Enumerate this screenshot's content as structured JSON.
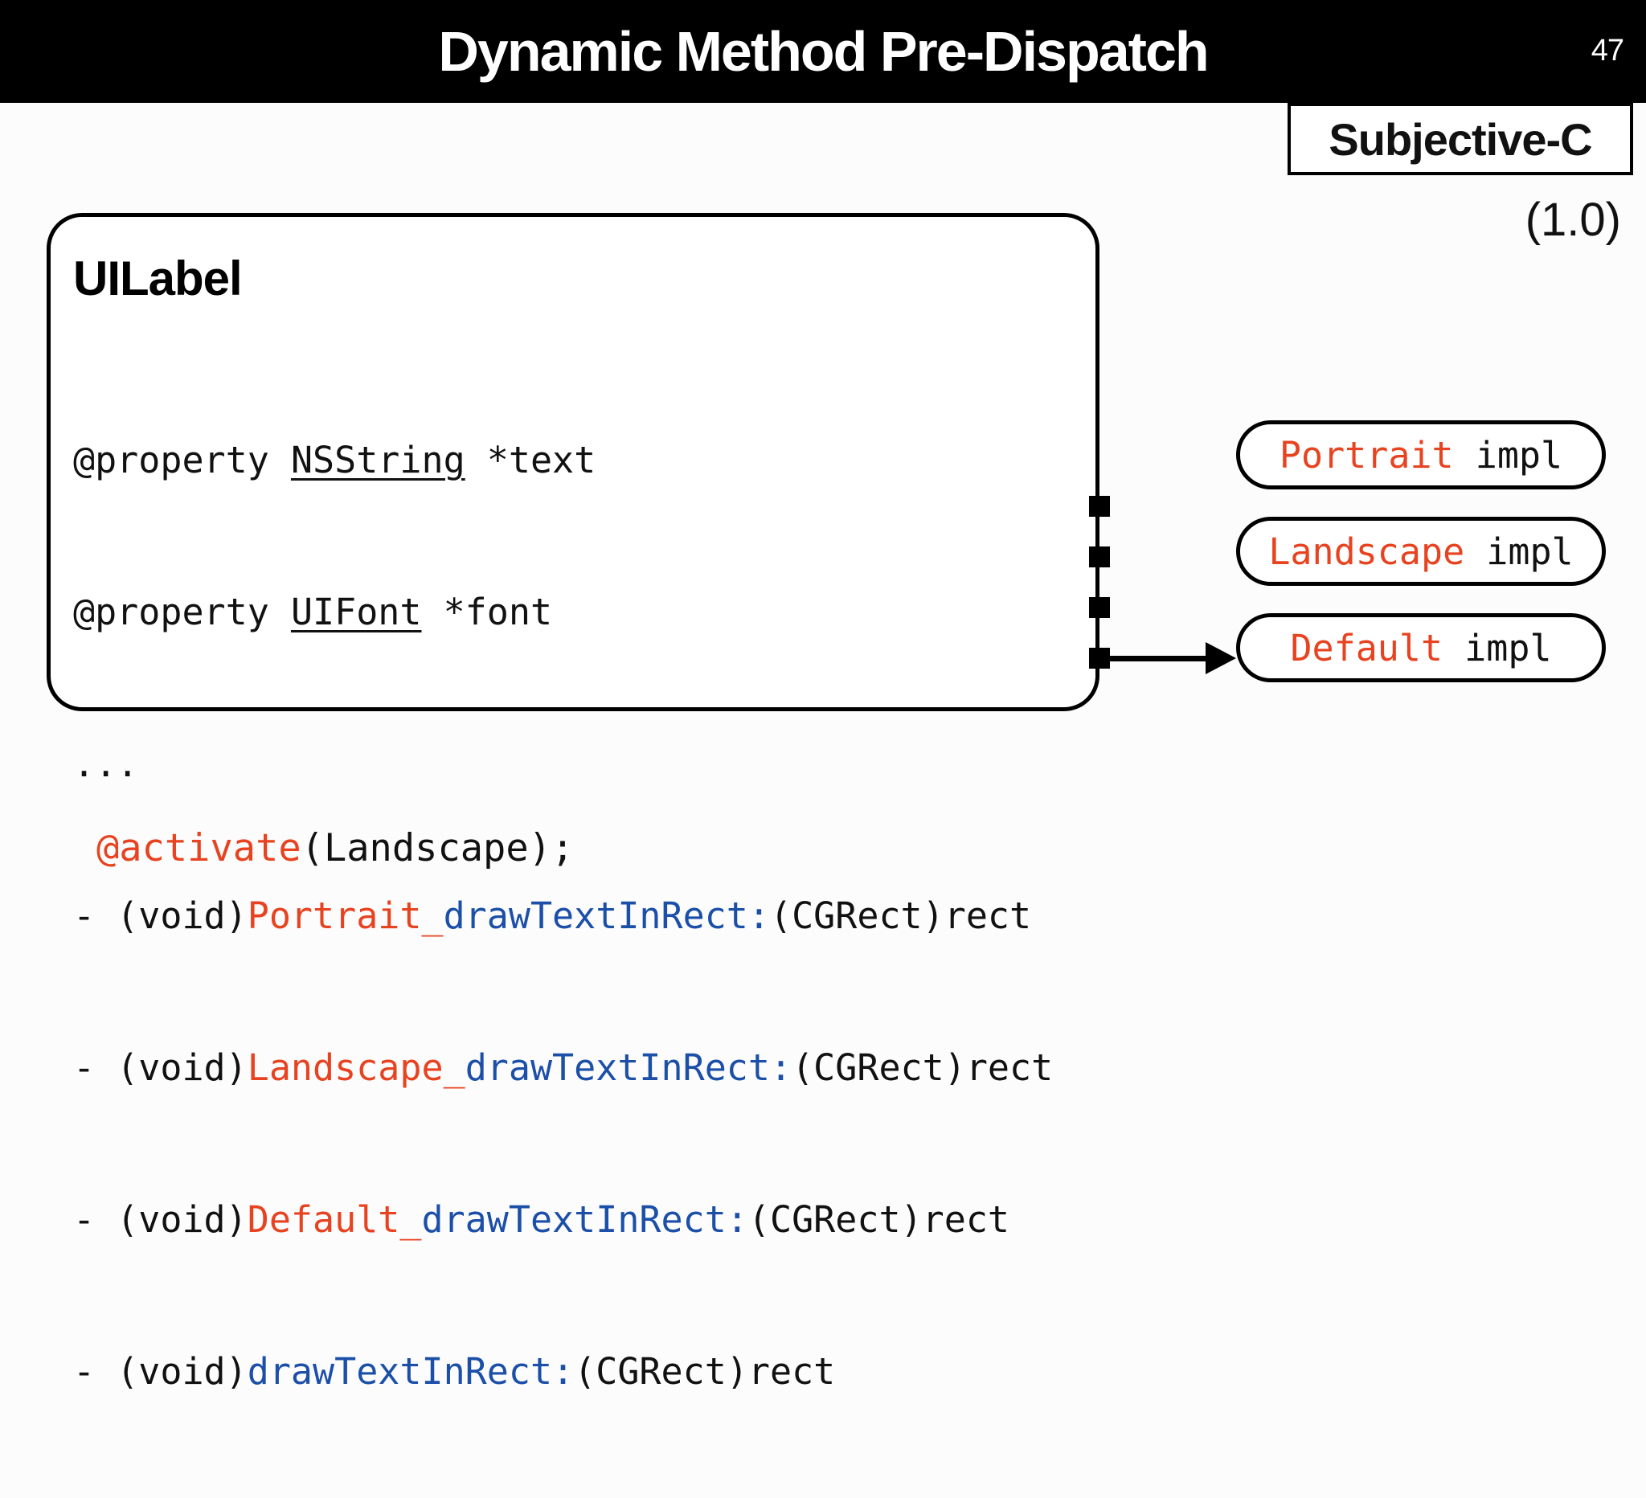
{
  "header": {
    "title": "Dynamic Method Pre-Dispatch",
    "slide_number": "47"
  },
  "badge": {
    "label": "Subjective-C",
    "version": "(1.0)"
  },
  "class_box": {
    "title": "UILabel",
    "properties": [
      {
        "prefix": "@property ",
        "type": "NSString",
        "suffix": " *text"
      },
      {
        "prefix": "@property ",
        "type": "UIFont",
        "suffix": " *font"
      }
    ],
    "ellipsis": "...",
    "methods": [
      {
        "prefix": "- (void)",
        "category": "Portrait_",
        "selector": "drawTextInRect:",
        "rest": "(CGRect)rect"
      },
      {
        "prefix": "- (void)",
        "category": "Landscape_",
        "selector": "drawTextInRect:",
        "rest": "(CGRect)rect"
      },
      {
        "prefix": "- (void)",
        "category": "Default_",
        "selector": "drawTextInRect:",
        "rest": "(CGRect)rect"
      },
      {
        "prefix": "- (void)",
        "category": "",
        "selector": "drawTextInRect:",
        "rest": "(CGRect)rect"
      }
    ]
  },
  "impl_boxes": [
    {
      "category": "Portrait",
      "suffix": " impl"
    },
    {
      "category": "Landscape",
      "suffix": " impl"
    },
    {
      "category": "Default",
      "suffix": " impl"
    }
  ],
  "activation": {
    "keyword": "@activate",
    "rest": "(Landscape);"
  },
  "colors": {
    "bar_background": "#000000",
    "category_red": "#e84320",
    "selector_blue": "#1b4fa8"
  }
}
